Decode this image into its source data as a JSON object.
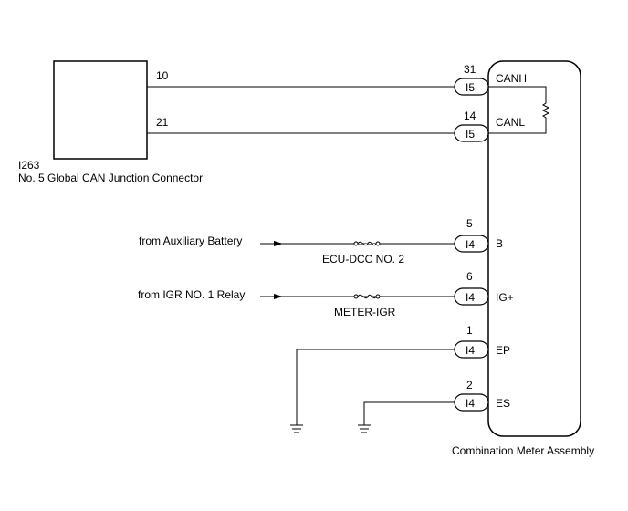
{
  "left_connector": {
    "id": "I263",
    "name": "No. 5 Global CAN Junction Connector",
    "pin_top": "10",
    "pin_bottom": "21"
  },
  "meter": {
    "name": "Combination Meter Assembly",
    "pins": [
      {
        "number": "31",
        "connector": "I5",
        "signal": "CANH"
      },
      {
        "number": "14",
        "connector": "I5",
        "signal": "CANL"
      },
      {
        "number": "5",
        "connector": "I4",
        "signal": "B"
      },
      {
        "number": "6",
        "connector": "I4",
        "signal": "IG+"
      },
      {
        "number": "1",
        "connector": "I4",
        "signal": "EP"
      },
      {
        "number": "2",
        "connector": "I4",
        "signal": "ES"
      }
    ]
  },
  "sources": {
    "aux_battery": "from Auxiliary Battery",
    "igr_relay": "from IGR NO. 1 Relay"
  },
  "fuses": {
    "ecu_dcc": "ECU-DCC NO. 2",
    "meter_igr": "METER-IGR"
  }
}
